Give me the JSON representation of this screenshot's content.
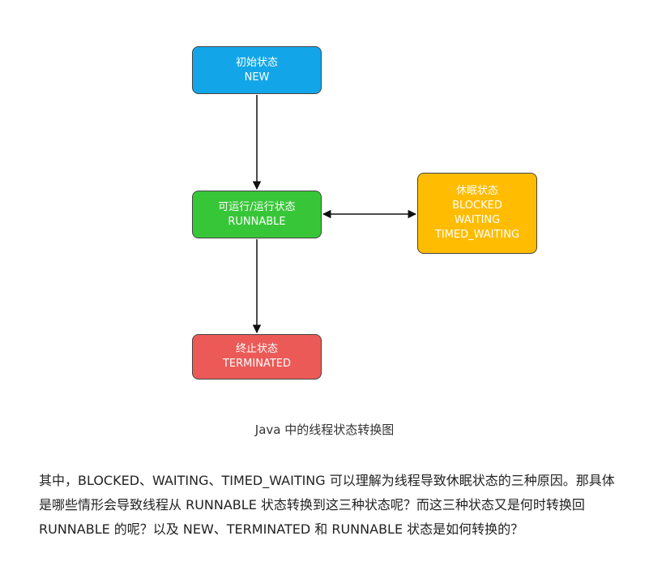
{
  "diagram": {
    "nodes": {
      "new": {
        "line1": "初始状态",
        "line2": "NEW",
        "color": "#12a6e8"
      },
      "runnable": {
        "line1": "可运行/运行状态",
        "line2": "RUNNABLE",
        "color": "#38c639"
      },
      "blocked": {
        "line1": "休眠状态",
        "line2": "BLOCKED",
        "line3": "WAITING",
        "line4": "TIMED_WAITING",
        "color": "#ffbc00"
      },
      "terminated": {
        "line1": "终止状态",
        "line2": "TERMINATED",
        "color": "#eb5a57"
      }
    },
    "edges": [
      {
        "from": "new",
        "to": "runnable",
        "direction": "one-way"
      },
      {
        "from": "runnable",
        "to": "blocked",
        "direction": "two-way"
      },
      {
        "from": "runnable",
        "to": "terminated",
        "direction": "one-way"
      }
    ]
  },
  "caption": "Java 中的线程状态转换图",
  "paragraph": "其中，BLOCKED、WAITING、TIMED_WAITING 可以理解为线程导致休眠状态的三种原因。那具体是哪些情形会导致线程从 RUNNABLE 状态转换到这三种状态呢？而这三种状态又是何时转换回 RUNNABLE 的呢？以及 NEW、TERMINATED 和 RUNNABLE 状态是如何转换的？"
}
